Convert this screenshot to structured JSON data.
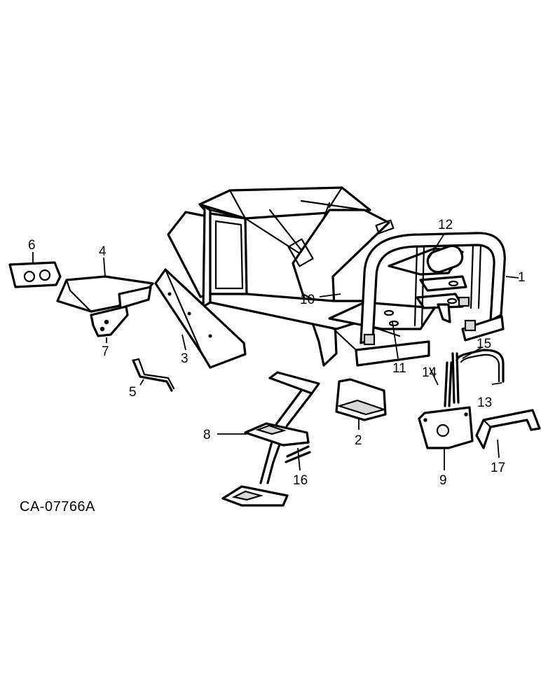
{
  "drawing_code": "CA-07766A",
  "callouts": {
    "c1": "1",
    "c2": "2",
    "c3": "3",
    "c4": "4",
    "c5": "5",
    "c6": "6",
    "c7": "7",
    "c8": "8",
    "c9": "9",
    "c10": "10",
    "c11": "11",
    "c12": "12",
    "c13": "13",
    "c14": "14",
    "c15": "15",
    "c16": "16",
    "c17": "17"
  }
}
